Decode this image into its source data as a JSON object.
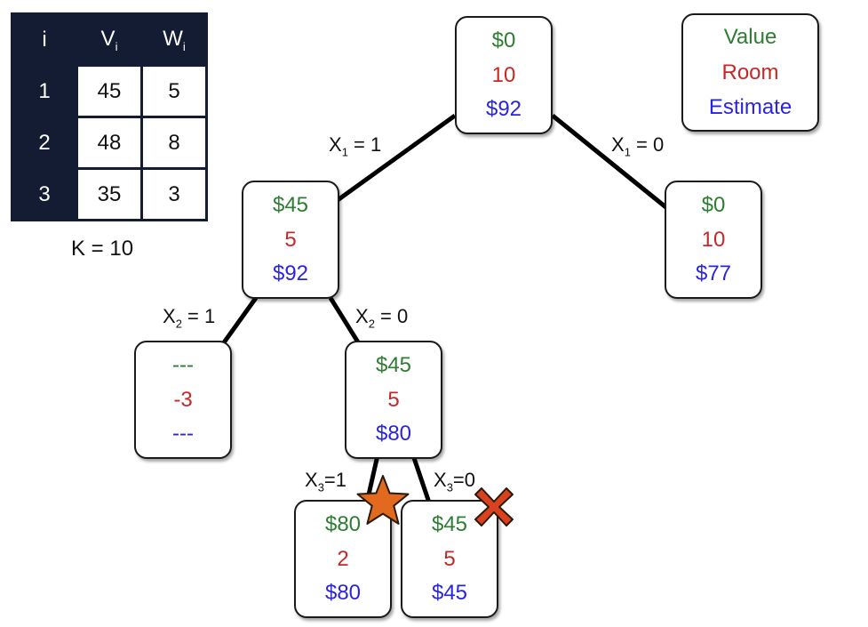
{
  "table": {
    "headers": [
      "i",
      "V",
      "W"
    ],
    "header_subscripts": [
      "",
      "i",
      "i"
    ],
    "rows": [
      {
        "i": "1",
        "v": "45",
        "w": "5"
      },
      {
        "i": "2",
        "v": "48",
        "w": "8"
      },
      {
        "i": "3",
        "v": "35",
        "w": "3"
      }
    ],
    "k_label": "K = 10"
  },
  "legend": {
    "value": "Value",
    "room": "Room",
    "estimate": "Estimate"
  },
  "colors": {
    "value": "#2e7d32",
    "room": "#c62828",
    "estimate": "#2a24e0",
    "star": "#e26a1f",
    "cross": "#d9421c"
  },
  "nodes": {
    "root": {
      "value": "$0",
      "room": "10",
      "estimate": "$92"
    },
    "x1_take": {
      "value": "$45",
      "room": "5",
      "estimate": "$92"
    },
    "x1_skip": {
      "value": "$0",
      "room": "10",
      "estimate": "$77"
    },
    "x2_take": {
      "value": "---",
      "room": "-3",
      "estimate": "---"
    },
    "x2_skip": {
      "value": "$45",
      "room": "5",
      "estimate": "$80"
    },
    "x3_take": {
      "value": "$80",
      "room": "2",
      "estimate": "$80"
    },
    "x3_skip": {
      "value": "$45",
      "room": "5",
      "estimate": "$45"
    }
  },
  "edges": {
    "x1_1": {
      "var": "X",
      "sub": "1",
      "rest": " = 1"
    },
    "x1_0": {
      "var": "X",
      "sub": "1",
      "rest": " = 0"
    },
    "x2_1": {
      "var": "X",
      "sub": "2",
      "rest": " = 1"
    },
    "x2_0": {
      "var": "X",
      "sub": "2",
      "rest": " = 0"
    },
    "x3_1": {
      "var": "X",
      "sub": "3",
      "rest": "=1"
    },
    "x3_0": {
      "var": "X",
      "sub": "3",
      "rest": "=0"
    }
  },
  "markers": {
    "optimal": "star-icon",
    "pruned": "cross-icon"
  }
}
